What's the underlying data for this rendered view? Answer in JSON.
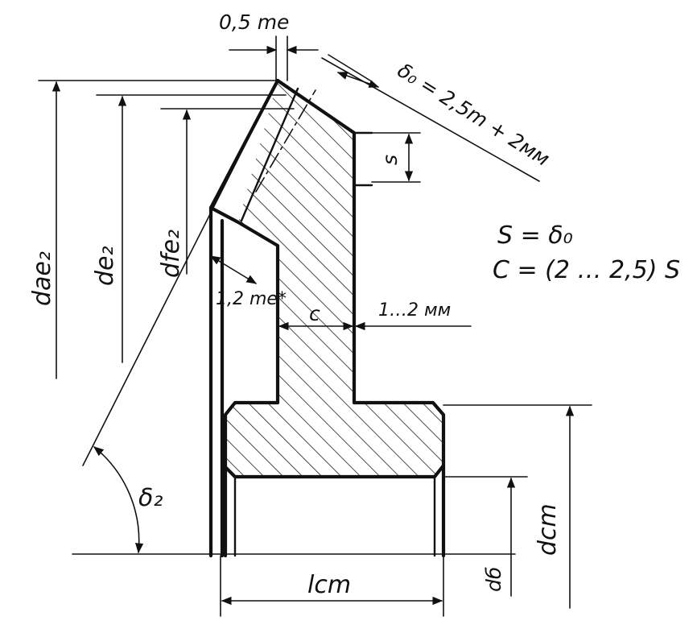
{
  "labels": {
    "half_module": "0,5 me",
    "rim_thickness": "δ₀ = 2,5m + 2мм",
    "s_dim": "s",
    "d_ae2": "dae₂",
    "d_e2": "de₂",
    "d_fe2": "dfe₂",
    "chamfer": "1,2 me*",
    "c_dim": "c",
    "gap": "1…2 мм",
    "angle": "δ₂",
    "d_st": "dcm",
    "d_b": "dб",
    "l_st": "lcm"
  },
  "formulas": {
    "s_eq": "S = δ₀",
    "c_eq": "C = (2 … 2,5) S"
  },
  "colors": {
    "ink": "#111111",
    "paper": "#ffffff"
  }
}
